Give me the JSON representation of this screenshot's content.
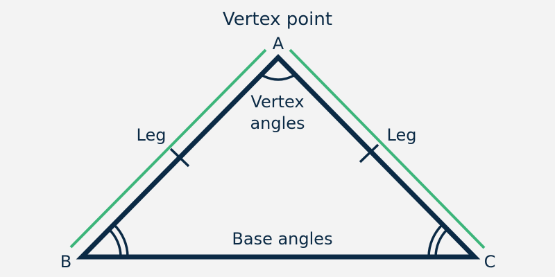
{
  "labels": {
    "title": "Vertex point",
    "vertex_a": "A",
    "vertex_b": "B",
    "vertex_c": "C",
    "vertex_angles_line1": "Vertex",
    "vertex_angles_line2": "angles",
    "leg_left": "Leg",
    "leg_right": "Leg",
    "base_angles": "Base angles"
  },
  "colors": {
    "triangle": "#0b2a45",
    "leg_highlight": "#3cb57a",
    "background": "#f3f3f3"
  }
}
